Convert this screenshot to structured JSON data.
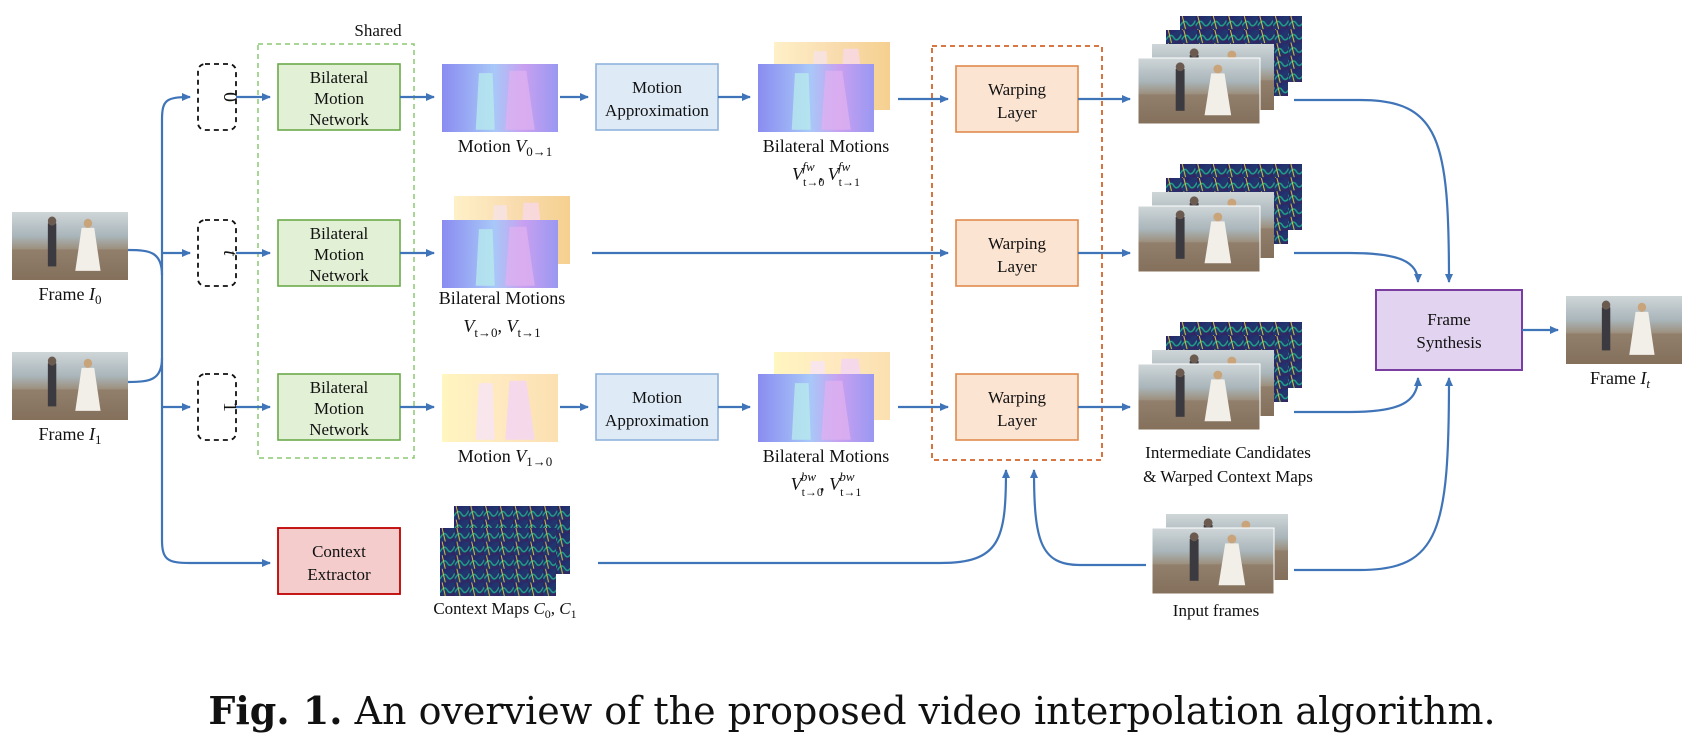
{
  "shared_label": "Shared",
  "frames": {
    "frame0": {
      "prefix": "Frame ",
      "var": "I",
      "sub": "0"
    },
    "frame1": {
      "prefix": "Frame ",
      "var": "I",
      "sub": "1"
    },
    "output": {
      "prefix": "Frame ",
      "var": "I",
      "sub": "t"
    }
  },
  "time_inputs": [
    "0",
    "t",
    "1"
  ],
  "bmn_label": [
    "Bilateral",
    "Motion",
    "Network"
  ],
  "motion_approx_label": [
    "Motion",
    "Approximation"
  ],
  "warping_label": [
    "Warping",
    "Layer"
  ],
  "context_extractor_label": [
    "Context",
    "Extractor"
  ],
  "frame_synthesis_label": [
    "Frame",
    "Synthesis"
  ],
  "motion_v01": {
    "prefix": "Motion ",
    "var": "V",
    "sub": "0→1"
  },
  "motion_v10": {
    "prefix": "Motion ",
    "var": "V",
    "sub": "1→0"
  },
  "bilateral_motions_label": "Bilateral Motions",
  "bm_fw": {
    "v1": "V",
    "sup1": "fw",
    "sub1": "t→0",
    "v2": "V",
    "sup2": "fw",
    "sub2": "t→1"
  },
  "bm_mid": {
    "v1": "V",
    "sub1": "t→0",
    "v2": "V",
    "sub2": "t→1"
  },
  "bm_bw": {
    "v1": "V",
    "sup1": "bw",
    "sub1": "t→0",
    "v2": "V",
    "sup2": "bw",
    "sub2": "t→1"
  },
  "context_maps": {
    "prefix": "Context Maps ",
    "v1": "C",
    "sub1": "0",
    "v2": "C",
    "sub2": "1"
  },
  "intermediate_label": [
    "Intermediate Candidates",
    "& Warped Context Maps"
  ],
  "input_frames_label": "Input frames",
  "caption": {
    "bold": "Fig. 1.",
    "text": " An overview of the proposed video interpolation algorithm."
  },
  "colors": {
    "arrow": "#3f74b8",
    "bmn_fill": "#e2f0d6",
    "bmn_stroke": "#6aaa4a",
    "shared_dash": "#8cc870",
    "shared_text": "#5b9a3c",
    "approx_fill": "#deebf7",
    "approx_stroke": "#8fb3dc",
    "warp_fill": "#fce4d2",
    "warp_stroke": "#e08a4c",
    "warp_group": "#d2642a",
    "ctx_fill": "#f4cccc",
    "ctx_stroke": "#c00000",
    "synth_fill": "#e2d4f0",
    "synth_stroke": "#7a3ea0"
  }
}
